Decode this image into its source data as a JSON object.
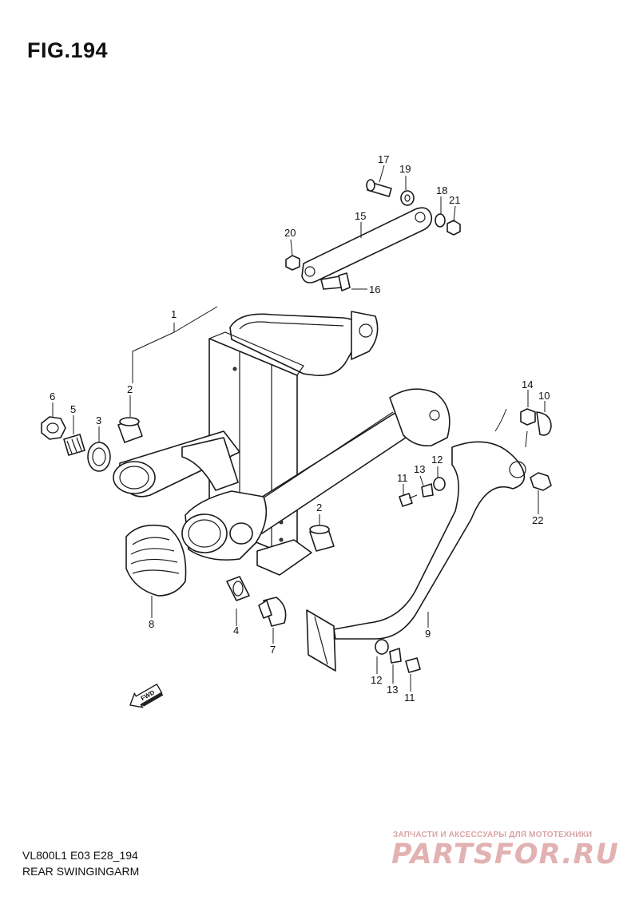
{
  "header": {
    "title": "FIG.194"
  },
  "footer": {
    "model": "VL800L1 E03 E28_194",
    "name": "REAR SWINGINGARM"
  },
  "watermark": {
    "tagline": "ЗАПЧАСТИ И АКСЕССУАРЫ ДЛЯ МОТОТЕХНИКИ",
    "brand": "PARTSFOR.RU",
    "color": "#e2b1b1"
  },
  "forward_arrow": {
    "label": "FWD"
  },
  "callouts": [
    {
      "id": "c1",
      "text": "1"
    },
    {
      "id": "c2a",
      "text": "2"
    },
    {
      "id": "c2b",
      "text": "2"
    },
    {
      "id": "c3",
      "text": "3"
    },
    {
      "id": "c4",
      "text": "4"
    },
    {
      "id": "c5",
      "text": "5"
    },
    {
      "id": "c6",
      "text": "6"
    },
    {
      "id": "c7",
      "text": "7"
    },
    {
      "id": "c8",
      "text": "8"
    },
    {
      "id": "c9",
      "text": "9"
    },
    {
      "id": "c10",
      "text": "10"
    },
    {
      "id": "c11a",
      "text": "11"
    },
    {
      "id": "c11b",
      "text": "11"
    },
    {
      "id": "c12a",
      "text": "12"
    },
    {
      "id": "c12b",
      "text": "12"
    },
    {
      "id": "c13a",
      "text": "13"
    },
    {
      "id": "c13b",
      "text": "13"
    },
    {
      "id": "c14",
      "text": "14"
    },
    {
      "id": "c15",
      "text": "15"
    },
    {
      "id": "c16",
      "text": "16"
    },
    {
      "id": "c17",
      "text": "17"
    },
    {
      "id": "c18",
      "text": "18"
    },
    {
      "id": "c19",
      "text": "19"
    },
    {
      "id": "c20",
      "text": "20"
    },
    {
      "id": "c21",
      "text": "21"
    },
    {
      "id": "c22",
      "text": "22"
    }
  ]
}
